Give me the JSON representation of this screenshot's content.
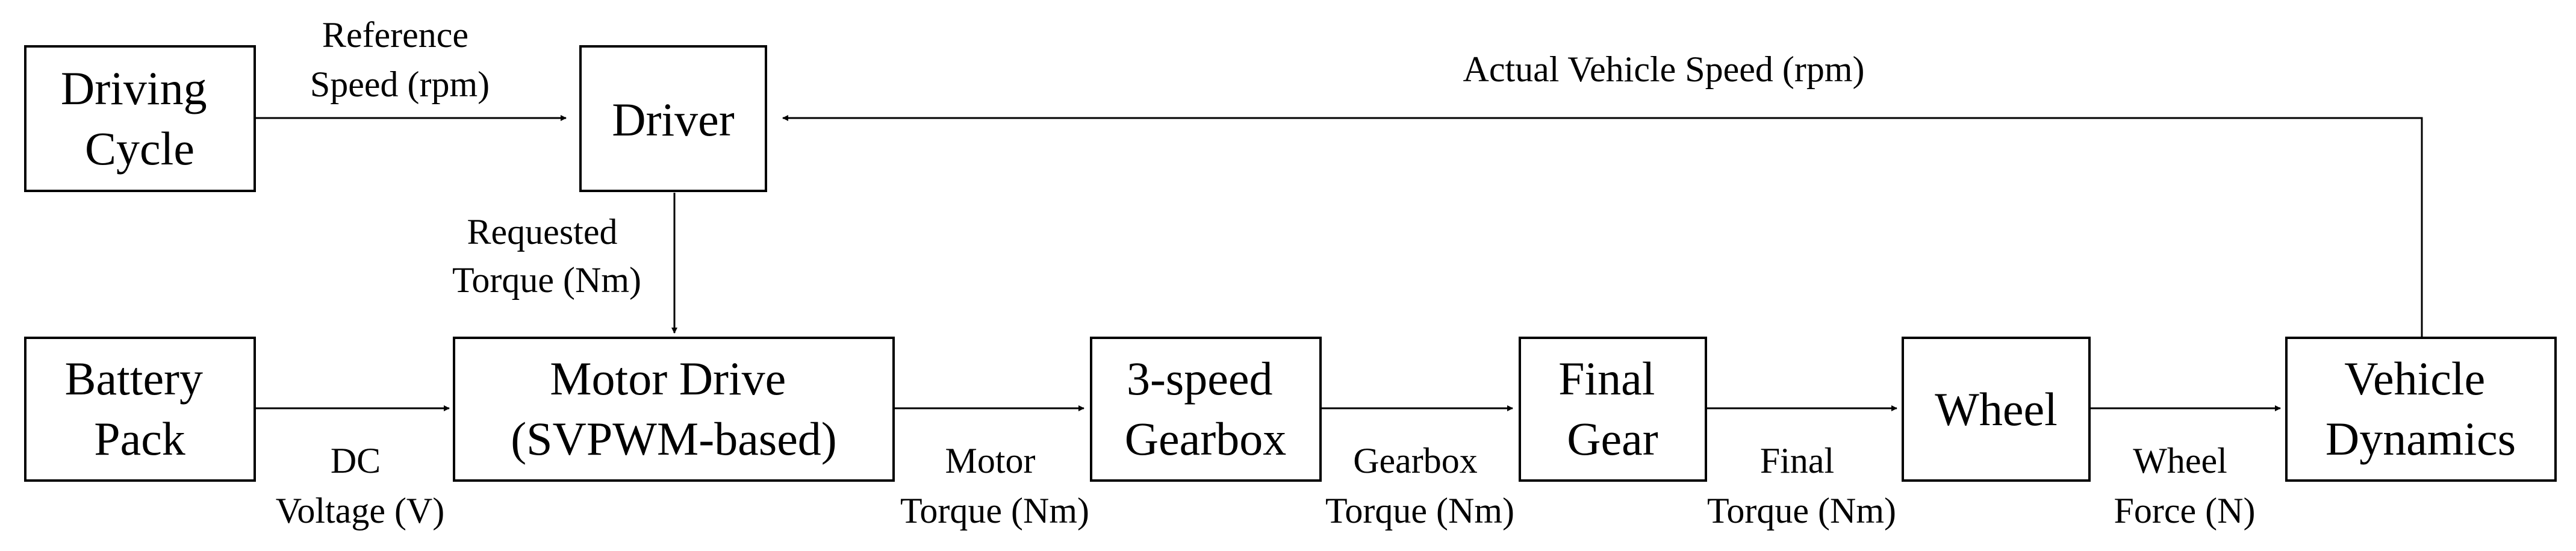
{
  "blocks": {
    "driving_cycle": [
      "Driving",
      "Cycle"
    ],
    "driver": [
      "Driver"
    ],
    "battery_pack": [
      "Battery",
      "Pack"
    ],
    "motor_drive": [
      "Motor Drive",
      "(SVPWM-based)"
    ],
    "gearbox": [
      "3-speed",
      "Gearbox"
    ],
    "final_gear": [
      "Final",
      "Gear"
    ],
    "wheel": [
      "Wheel"
    ],
    "vehicle_dynamics": [
      "Vehicle",
      "Dynamics"
    ]
  },
  "signals": {
    "reference_speed": [
      "Reference",
      "Speed (rpm)"
    ],
    "actual_vehicle_speed": [
      "Actual Vehicle Speed (rpm)"
    ],
    "requested_torque": [
      "Requested",
      "Torque (Nm)"
    ],
    "dc_voltage": [
      "DC",
      "Voltage (V)"
    ],
    "motor_torque": [
      "Motor",
      "Torque (Nm)"
    ],
    "gearbox_torque": [
      "Gearbox",
      "Torque (Nm)"
    ],
    "final_torque": [
      "Final",
      "Torque (Nm)"
    ],
    "wheel_force": [
      "Wheel",
      "Force (N)"
    ]
  }
}
